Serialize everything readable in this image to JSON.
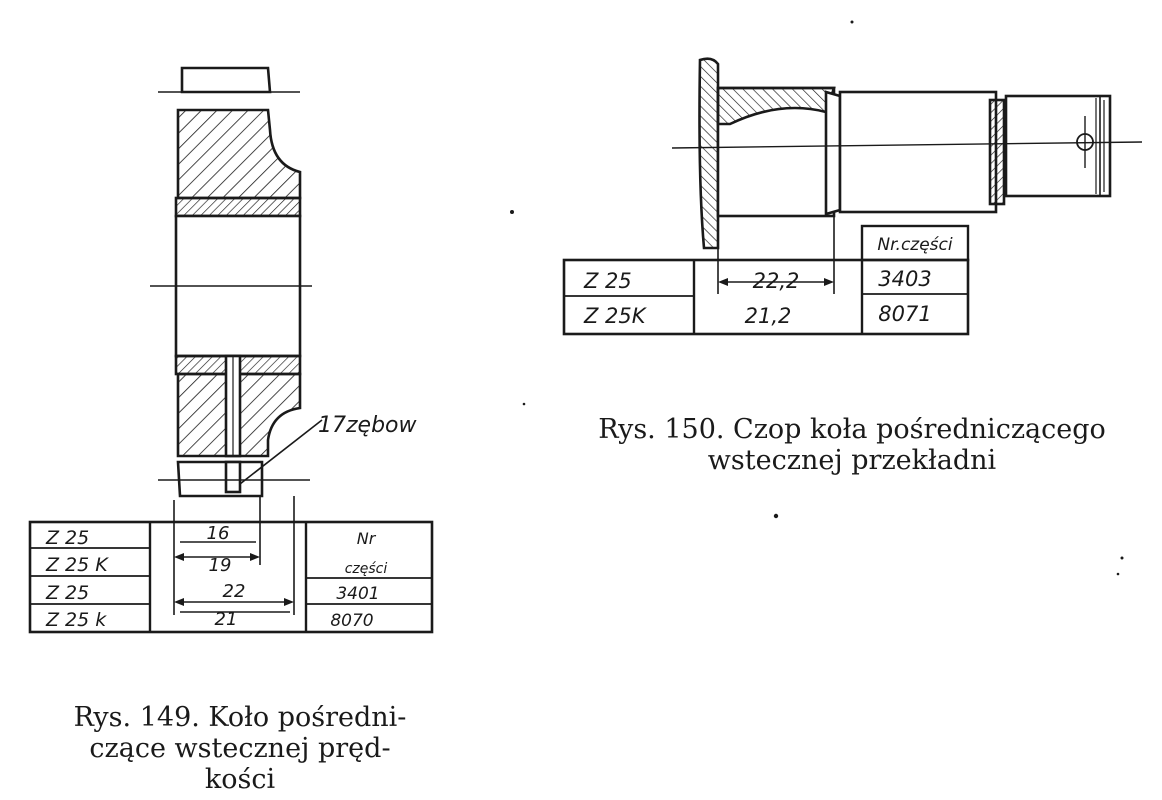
{
  "fig149": {
    "teeth_label": "17zębow",
    "table": {
      "col1": [
        "Z 25",
        "Z 25 K",
        "Z 25",
        "Z 25 k"
      ],
      "dims": [
        "16",
        "19",
        "22",
        "21"
      ],
      "nr_header_1": "Nr",
      "nr_header_2": "części",
      "nr_values": [
        "3401",
        "8070"
      ]
    },
    "caption_lines": [
      "Rys. 149. Koło pośredni-",
      "czące wstecznej pręd-",
      "kości"
    ]
  },
  "fig150": {
    "table": {
      "nr_header": "Nr.części",
      "rows": [
        {
          "model": "Z 25",
          "dim": "22,2",
          "part": "3403"
        },
        {
          "model": "Z 25K",
          "dim": "21,2",
          "part": "8071"
        }
      ]
    },
    "caption_lines": [
      "Rys. 150. Czop koła pośredniczącego",
      "wstecznej przekładni"
    ]
  }
}
